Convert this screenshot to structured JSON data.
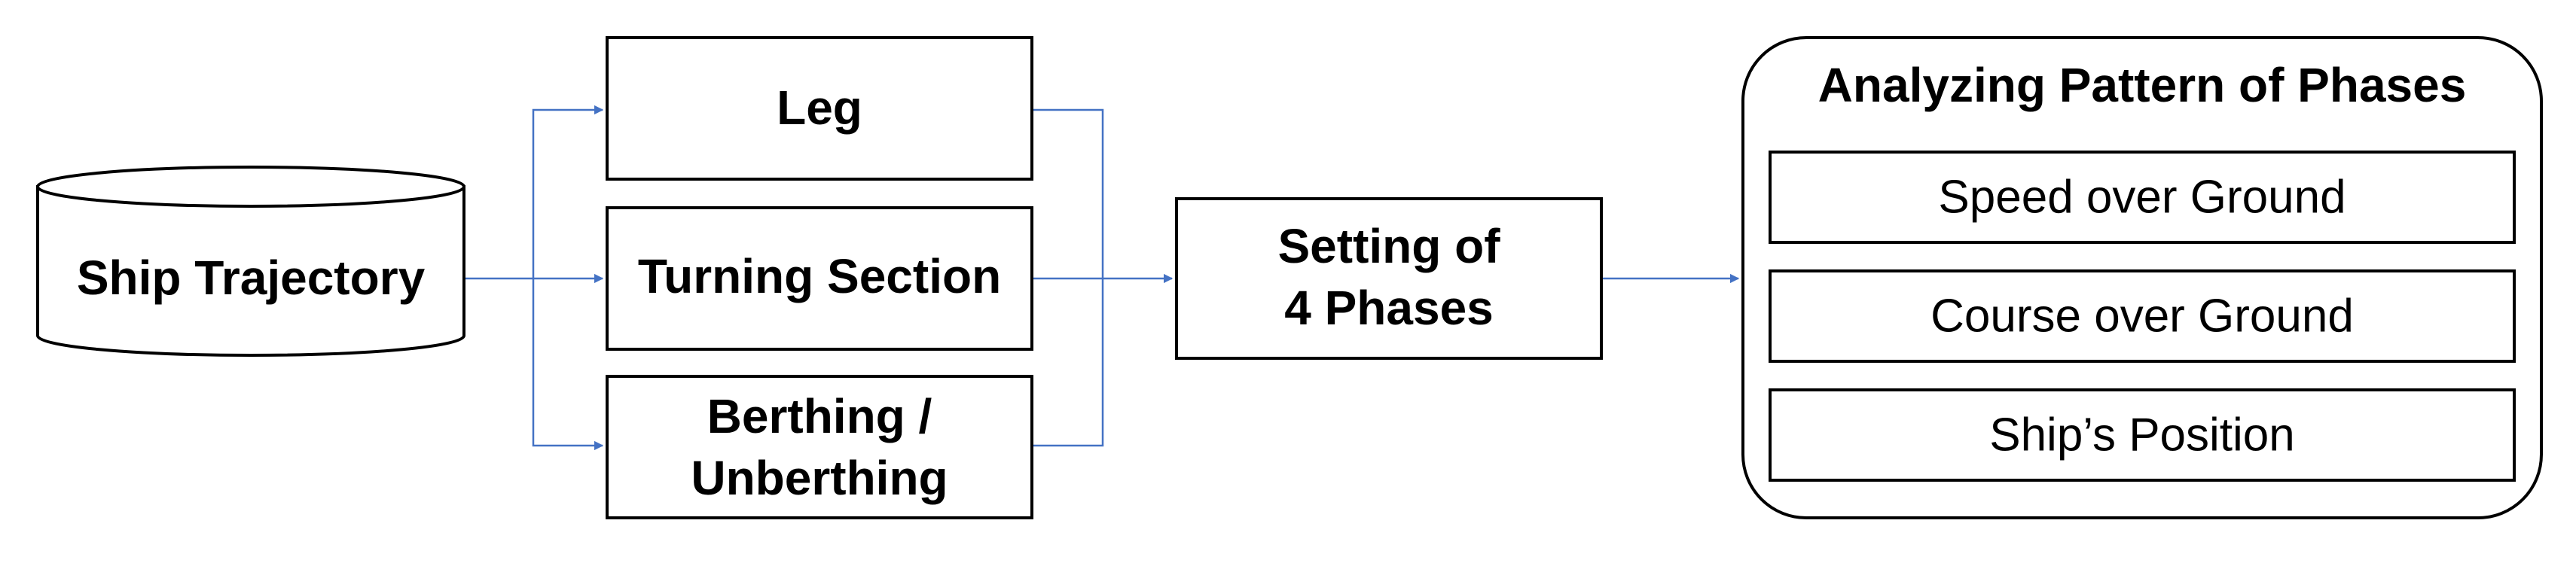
{
  "colors": {
    "connector": "#4472C4",
    "stroke": "#000000",
    "background": "#ffffff"
  },
  "nodes": {
    "source": {
      "label": "Ship Trajectory",
      "shape": "cylinder"
    },
    "leg": {
      "label": "Leg"
    },
    "turning": {
      "label": "Turning Section"
    },
    "berthing": {
      "line1": "Berthing /",
      "line2": "Unberthing"
    },
    "setting": {
      "line1": "Setting of",
      "line2": "4 Phases"
    },
    "analysis": {
      "title": "Analyzing Pattern of Phases",
      "items": [
        "Speed over Ground",
        "Course over Ground",
        "Ship’s Position"
      ]
    }
  }
}
